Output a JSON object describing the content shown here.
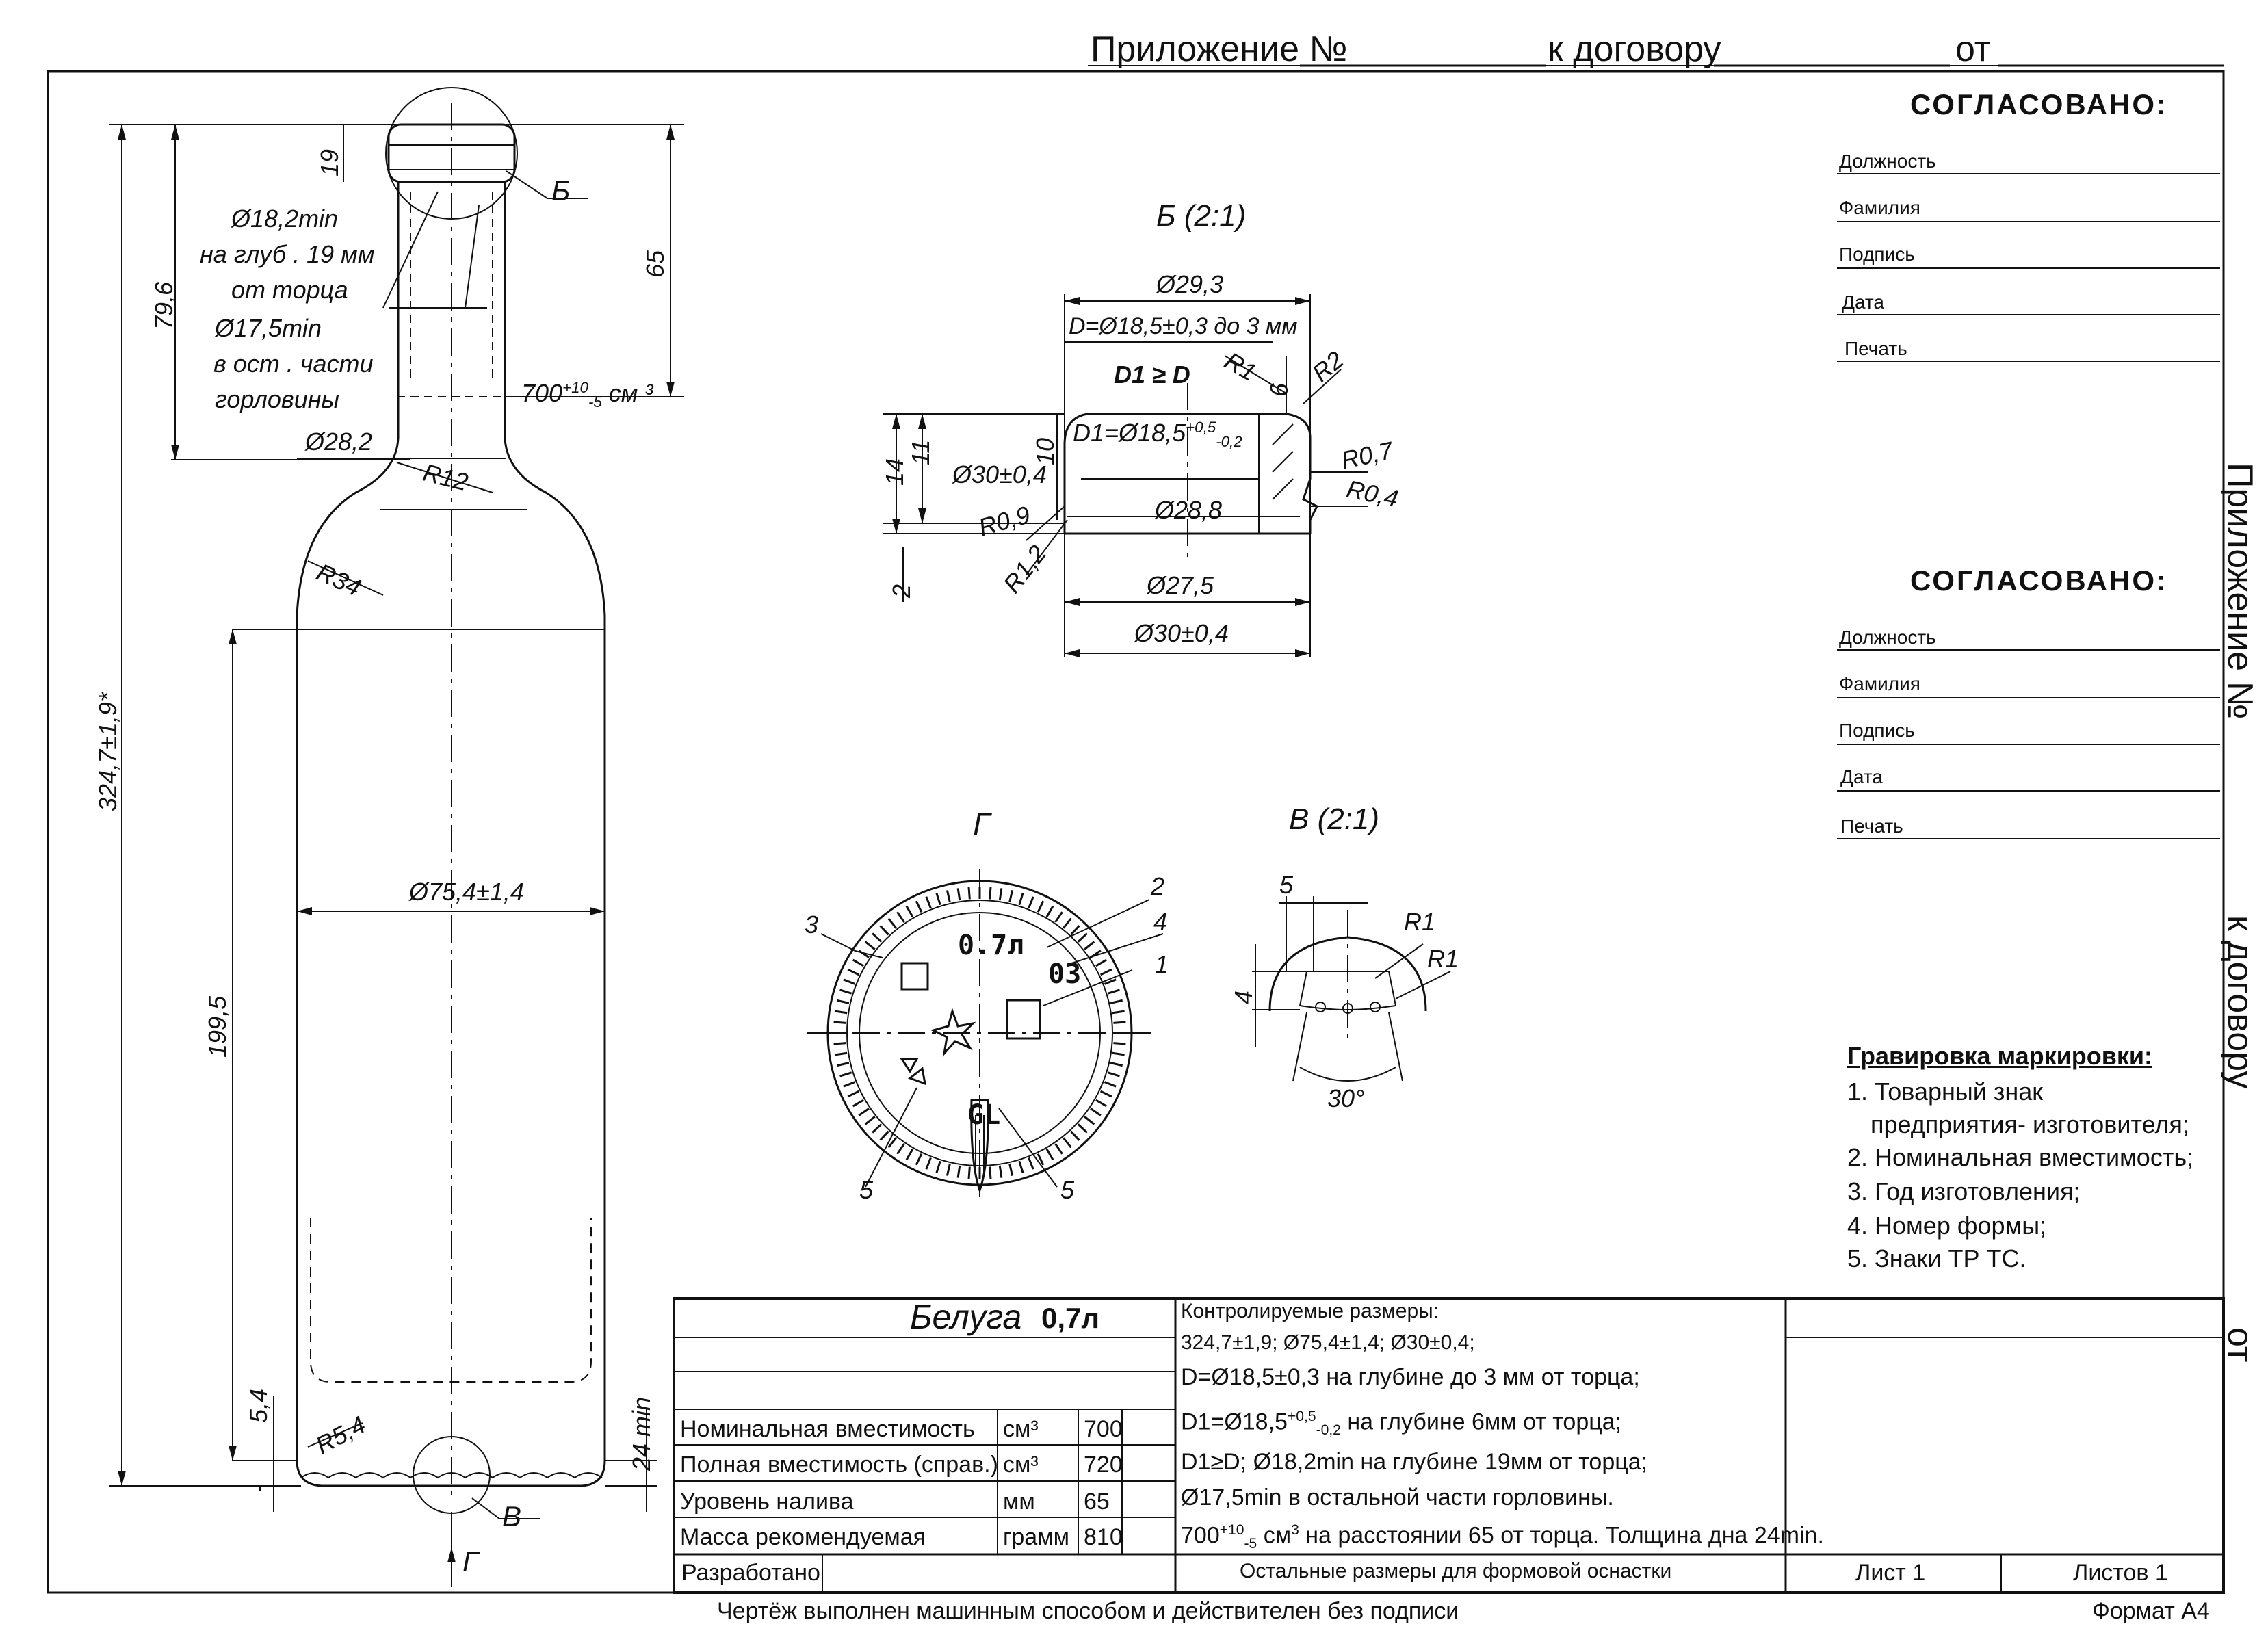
{
  "header": {
    "appendix_label": "Приложение №",
    "contract_label": "к договору",
    "from_label": "от"
  },
  "approval_blocks": [
    {
      "title": "СОГЛАСОВАНО:",
      "fields": [
        "Должность",
        "Фамилия",
        "Подпись",
        "Дата",
        "Печать"
      ]
    },
    {
      "title": "СОГЛАСОВАНО:",
      "fields": [
        "Должность",
        "Фамилия",
        "Подпись",
        "Дата",
        "Печать"
      ]
    }
  ],
  "side_margin": {
    "appendix_label": "Приложение №",
    "contract_label": "к договору",
    "from_label": "от"
  },
  "engraving": {
    "title": "Гравировка маркировки:",
    "items": [
      "1. Товарный знак",
      "предприятия- изготовителя;",
      "2. Номинальная вместимость;",
      "3. Год изготовления;",
      "4. Номер формы;",
      "5. Знаки ТР ТС."
    ]
  },
  "bottle_dims": {
    "top_dia": "Ø18,2min",
    "top_depth_1": "на глуб . 19 мм",
    "top_depth_2": "от торца",
    "rest_dia": "Ø17,5min",
    "rest_1": "в ост . части",
    "rest_2": "горловины",
    "neck_dia": "Ø28,2",
    "r12": "R12",
    "r34": "R34",
    "body_dia": "Ø75,4±1,4",
    "r54": "R5,4",
    "h19": "19",
    "h65": "65",
    "h796": "79,6",
    "h_total": "324,7±1,9*",
    "h1995": "199,5",
    "h54": "5,4",
    "bottom_min": "24 min",
    "volume_base": "700",
    "volume_sup": "+10",
    "volume_sub": "-5",
    "volume_unit": "см ³",
    "callout_b": "Б",
    "callout_v": "В",
    "callout_g": "Г"
  },
  "detail_b": {
    "title": "Б (2:1)",
    "d293": "Ø29,3",
    "d_range": "D=Ø18,5±0,3 до 3 мм",
    "d1_ge_d": "D1 ≥ D",
    "r1": "R1",
    "h6": "6",
    "r2": "R2",
    "d1_base": "D1=Ø18,5",
    "d1_sup": "+0,5",
    "d1_sub": "-0,2",
    "r07": "R0,7",
    "d30_inner": "Ø30±0,4",
    "r04": "R0,4",
    "r09": "R0,9",
    "d288": "Ø28,8",
    "r12": "R1,2",
    "h14": "14",
    "h11": "11",
    "h10": "10",
    "h2": "2",
    "d275": "Ø27,5",
    "d30": "Ø30±0,4"
  },
  "detail_g": {
    "title": "Г",
    "volume_mark": "0.7л",
    "form_mark": "03",
    "gl_mark": "GL",
    "callouts": [
      "1",
      "2",
      "3",
      "4",
      "5",
      "5"
    ]
  },
  "detail_v": {
    "title": "В (2:1)",
    "w5": "5",
    "r1a": "R1",
    "r1b": "R1",
    "h4": "4",
    "angle": "30°"
  },
  "title_block": {
    "product_name": "Белуга",
    "product_volume": "0,7л",
    "params": [
      {
        "name": "Номинальная вместимость",
        "unit": "см³",
        "value": "700"
      },
      {
        "name": "Полная вместимость (справ.)",
        "unit": "см³",
        "value": "720"
      },
      {
        "name": "Уровень налива",
        "unit": "мм",
        "value": "65"
      },
      {
        "name": "Масса рекомендуемая",
        "unit": "грамм",
        "value": "810"
      }
    ],
    "controlled_title": "Контролируемые размеры:",
    "controlled": [
      "324,7±1,9; Ø75,4±1,4; Ø30±0,4;",
      "D=Ø18,5±0,3 на глубине  до 3 мм от торца;",
      "D1=Ø18,5",
      "+0,5",
      "-0,2",
      " на глубине 6мм от торца;",
      "D1≥D; Ø18,2min на глубине 19мм от торца;",
      "Ø17,5min в остальной части горловины.",
      "700",
      "+10",
      "-5",
      " см",
      "3",
      " на расстоянии 65 от торца. Толщина дна 24min."
    ],
    "developed": "Разработано",
    "other_dims": "Остальные размеры  для формовой оснастки",
    "sheet": "Лист 1",
    "sheets": "Листов 1"
  },
  "footer": {
    "note": "Чертёж выполнен машинным способом и действителен без подписи",
    "format": "Формат А4"
  }
}
